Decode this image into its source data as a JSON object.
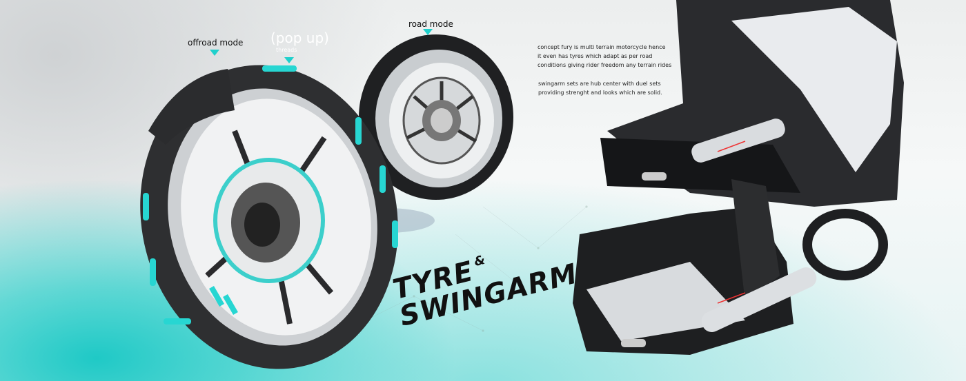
{
  "labels": {
    "offroad_mode": "offroad mode",
    "pop_up": "(pop up)",
    "threads": "threads",
    "road_mode": "road mode"
  },
  "description": {
    "lines_1": [
      "concept fury is multi terrain motorcycle hence",
      "it even has tyres which adapt as per road",
      "conditions giving rider freedom any terrain rides"
    ],
    "lines_2": [
      "swingarm sets are hub center with duel sets",
      "providing strenght and looks which are solid."
    ]
  },
  "title": {
    "word1": "TYRE",
    "amp": "&",
    "word2": "SWINGARM"
  },
  "colors": {
    "accent": "#1fd0cc",
    "tyre": "#2e2f31",
    "text": "#111111"
  }
}
